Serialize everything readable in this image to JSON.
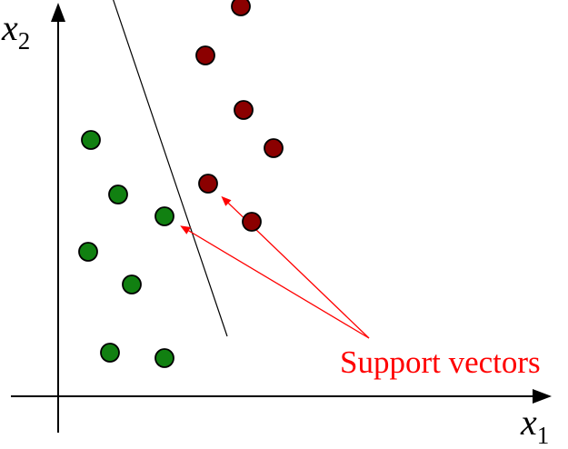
{
  "figure": {
    "axes": {
      "x": {
        "symbol": "x",
        "subscript": "1"
      },
      "y": {
        "symbol": "x",
        "subscript": "2"
      }
    },
    "annotation": {
      "text": "Support vectors"
    },
    "colors": {
      "class_green": "#118011",
      "class_red": "#8b0000",
      "annotation": "#ff0000",
      "axis": "#000000"
    },
    "classes": [
      {
        "id": "green",
        "color_key": "class_green",
        "points": [
          {
            "x": 1.2,
            "y": 9.4
          },
          {
            "x": 2.2,
            "y": 7.4
          },
          {
            "x": 1.1,
            "y": 5.3
          },
          {
            "x": 2.7,
            "y": 4.1
          },
          {
            "x": 1.9,
            "y": 1.6
          },
          {
            "x": 3.9,
            "y": 1.4
          },
          {
            "x": 3.9,
            "y": 6.6,
            "support_vector": true
          }
        ]
      },
      {
        "id": "red",
        "color_key": "class_red",
        "points": [
          {
            "x": 6.7,
            "y": 14.3
          },
          {
            "x": 5.4,
            "y": 12.5
          },
          {
            "x": 6.8,
            "y": 10.5
          },
          {
            "x": 7.9,
            "y": 9.1
          },
          {
            "x": 7.1,
            "y": 6.4
          },
          {
            "x": 5.5,
            "y": 7.8,
            "support_vector": true
          }
        ]
      }
    ],
    "separator": {
      "from": {
        "x": 2.0,
        "y": 14.6
      },
      "to": {
        "x": 6.2,
        "y": 2.2
      }
    }
  }
}
